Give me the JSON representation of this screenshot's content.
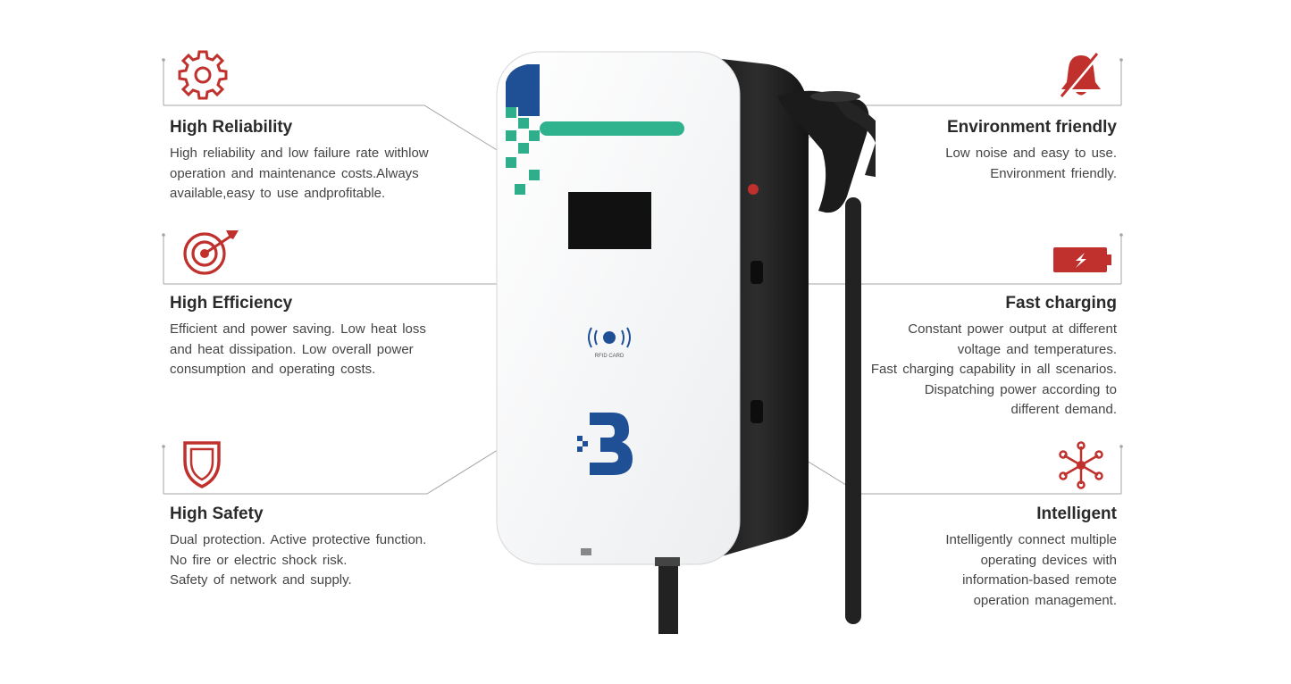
{
  "colors": {
    "accent": "#c0302d",
    "brand_blue": "#1f4f95",
    "teal": "#2fae8c",
    "line": "#9a9a9a"
  },
  "device": {
    "rfid_label": "RFID CARD"
  },
  "features_left": [
    {
      "icon": "gear-icon",
      "title": "High Reliability",
      "lines": [
        "High reliability and low failure rate withlow",
        "operation and maintenance costs.Always",
        "available,easy to use andprofitable."
      ]
    },
    {
      "icon": "target-icon",
      "title": "High Efficiency",
      "lines": [
        "Efficient and power saving. Low heat loss",
        "and heat dissipation. Low overall power",
        "consumption and operating costs."
      ]
    },
    {
      "icon": "shield-icon",
      "title": "High Safety",
      "lines": [
        "Dual protection. Active protective function.",
        "No fire or electric shock risk.",
        "Safety of network and supply."
      ]
    }
  ],
  "features_right": [
    {
      "icon": "muted-bell-icon",
      "title": "Environment friendly",
      "lines": [
        "Low noise and easy to use.",
        "Environment friendly."
      ]
    },
    {
      "icon": "battery-charging-icon",
      "title": "Fast charging",
      "lines": [
        "Constant power output at different",
        "voltage and temperatures.",
        "Fast charging capability in all scenarios.",
        "Dispatching power according to",
        "different demand."
      ]
    },
    {
      "icon": "network-icon",
      "title": "Intelligent",
      "lines": [
        "Intelligently connect multiple",
        "operating devices with",
        "information-based remote",
        "operation management."
      ]
    }
  ]
}
